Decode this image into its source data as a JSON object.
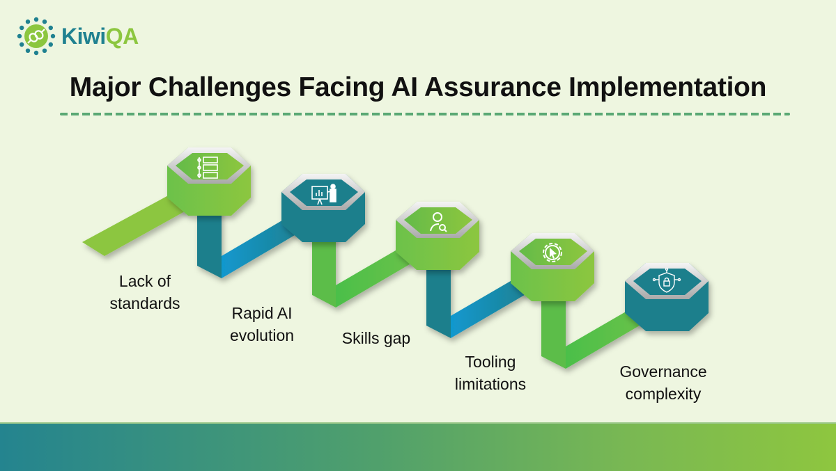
{
  "brand": {
    "name_part1": "Kiwi",
    "name_part2": "QA",
    "icon": "kiwi-link-logo-icon",
    "colors": {
      "teal": "#1f8190",
      "green": "#8cc63f"
    }
  },
  "title": "Major Challenges Facing AI Assurance Implementation",
  "colors": {
    "background": "#eef6e0",
    "green_step": "#7cc84a",
    "teal_step": "#1f7f8c",
    "blue_connector": "#1190c0",
    "divider": "#5aa874"
  },
  "steps": [
    {
      "label_line1": "Lack of",
      "label_line2": "standards",
      "icon": "process-list-icon",
      "color": "green"
    },
    {
      "label_line1": "Rapid AI",
      "label_line2": "evolution",
      "icon": "presentation-chart-icon",
      "color": "teal"
    },
    {
      "label_line1": "Skills gap",
      "label_line2": "",
      "icon": "user-search-icon",
      "color": "green"
    },
    {
      "label_line1": "Tooling",
      "label_line2": "limitations",
      "icon": "gear-cursor-icon",
      "color": "green"
    },
    {
      "label_line1": "Governance",
      "label_line2": "complexity",
      "icon": "shield-lock-icon",
      "color": "teal"
    }
  ]
}
